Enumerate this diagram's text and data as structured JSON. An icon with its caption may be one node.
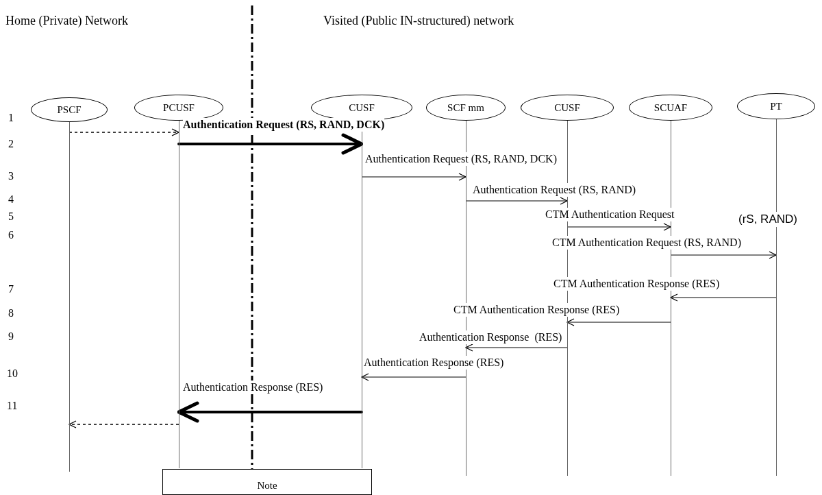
{
  "diagram": {
    "nodes": [
      {
        "text": [
          "PSCF"
        ]
      },
      {
        "text": [
          "PCUSF"
        ]
      },
      {
        "text": [
          "CUSF"
        ]
      },
      {
        "text": [
          "SCF mm"
        ]
      },
      {
        "text": [
          "CUSF"
        ]
      },
      {
        "text": [
          "SCUAF"
        ]
      },
      {
        "text": [
          "PT"
        ]
      },
      {
        "text": [
          "Note"
        ]
      }
    ],
    "edges": [
      {
        "from": 0,
        "to": 1,
        "arrow": "to",
        "style": "dashed"
      },
      {
        "from": 1,
        "to": 2,
        "arrow": "to",
        "style": "thick",
        "label": "Authentication Request (RS, RAND, DCK)"
      },
      {
        "from": 2,
        "to": 3,
        "arrow": "to",
        "label": "Authentication Request (RS, RAND, DCK)"
      },
      {
        "from": 3,
        "to": 4,
        "arrow": "to",
        "label": "Authentication Request (RS, RAND)"
      },
      {
        "from": 4,
        "to": 5,
        "arrow": "to",
        "label": "CTM Authentication Request"
      },
      {
        "from": 5,
        "to": 6,
        "arrow": "to",
        "label": "CTM Authentication Request (RS, RAND)"
      },
      {
        "from": 6,
        "to": 5,
        "arrow": "to",
        "label": "CTM Authentication Response (RES)"
      },
      {
        "from": 5,
        "to": 4,
        "arrow": "to",
        "label": "CTM Authentication Response (RES)"
      },
      {
        "from": 4,
        "to": 3,
        "arrow": "to",
        "label": "Authentication Response  (RES)"
      },
      {
        "from": 3,
        "to": 2,
        "arrow": "to",
        "label": "Authentication Response (RES)"
      },
      {
        "from": 2,
        "to": 1,
        "arrow": "to",
        "style": "thick",
        "label": "Authentication Response (RES)"
      },
      {
        "from": 1,
        "to": 0,
        "arrow": "to",
        "style": "dashed"
      }
    ],
    "labels": [
      "Home (Private) Network",
      "Visited (Public IN-structured) network",
      "1",
      "2",
      "3",
      "4",
      "5",
      "(rS, RAND)",
      "6",
      "7",
      "8",
      "9",
      "10",
      "11"
    ]
  }
}
